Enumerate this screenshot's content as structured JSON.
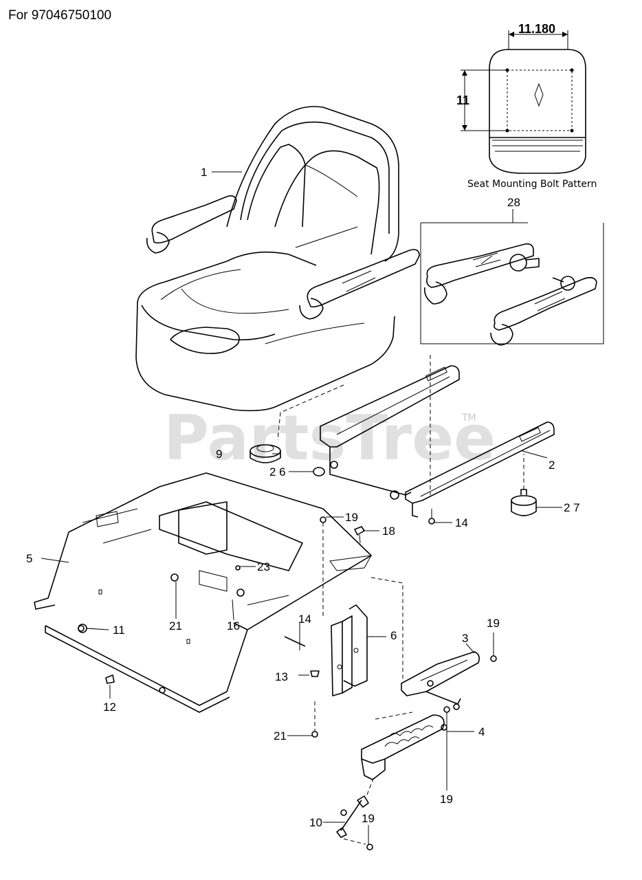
{
  "header": {
    "model": "For 97046750100"
  },
  "watermark": {
    "text": "PartsTree",
    "tm": "TM"
  },
  "inset": {
    "width_dim": "11.180",
    "height_dim": "11",
    "caption": "Seat Mounting Bolt Pattern"
  },
  "callouts": [
    {
      "id": "c1",
      "text": "1"
    },
    {
      "id": "c2",
      "text": "2"
    },
    {
      "id": "c3",
      "text": "3"
    },
    {
      "id": "c4",
      "text": "4"
    },
    {
      "id": "c5",
      "text": "5"
    },
    {
      "id": "c6",
      "text": "6"
    },
    {
      "id": "c9",
      "text": "9"
    },
    {
      "id": "c10",
      "text": "10"
    },
    {
      "id": "c11",
      "text": "11"
    },
    {
      "id": "c12",
      "text": "12"
    },
    {
      "id": "c13",
      "text": "13"
    },
    {
      "id": "c14a",
      "text": "14"
    },
    {
      "id": "c14b",
      "text": "14"
    },
    {
      "id": "c16",
      "text": "16"
    },
    {
      "id": "c18",
      "text": "18"
    },
    {
      "id": "c19a",
      "text": "19"
    },
    {
      "id": "c19b",
      "text": "19"
    },
    {
      "id": "c19c",
      "text": "19"
    },
    {
      "id": "c19d",
      "text": "19"
    },
    {
      "id": "c21a",
      "text": "21"
    },
    {
      "id": "c21b",
      "text": "21"
    },
    {
      "id": "c23",
      "text": "23"
    },
    {
      "id": "c26",
      "text": "2 6"
    },
    {
      "id": "c27",
      "text": "2 7"
    },
    {
      "id": "c28",
      "text": "28"
    }
  ]
}
